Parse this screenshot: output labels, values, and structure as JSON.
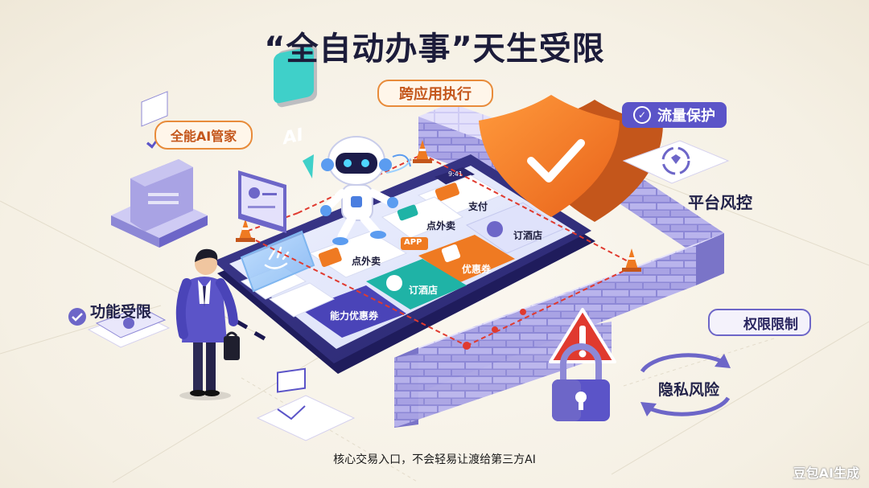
{
  "title": "“全自动办事”天生受限",
  "tags": {
    "cross_app": "跨应用执行",
    "butler": "全能AI管家",
    "traffic": "流量保护",
    "risk_control": "平台风控",
    "function_limit": "功能受限",
    "permission": "权限限制",
    "privacy": "隐私风险"
  },
  "ai_badge": "AI",
  "phone": {
    "status": "9:41",
    "cards": {
      "pay": "支付",
      "takeout1": "点外卖",
      "hotel1": "订酒店",
      "app": "APP",
      "takeout2": "点外卖",
      "coupon": "优惠券",
      "hotel2": "订酒店",
      "capability": "能力优惠券"
    }
  },
  "caption": "核心交易入口，不会轻易让渡给第三方AI",
  "watermark": "豆包AI生成",
  "colors": {
    "purple": "#5b54c8",
    "orange": "#ef7a22",
    "teal": "#1fb3a6",
    "red": "#e03a2f"
  }
}
